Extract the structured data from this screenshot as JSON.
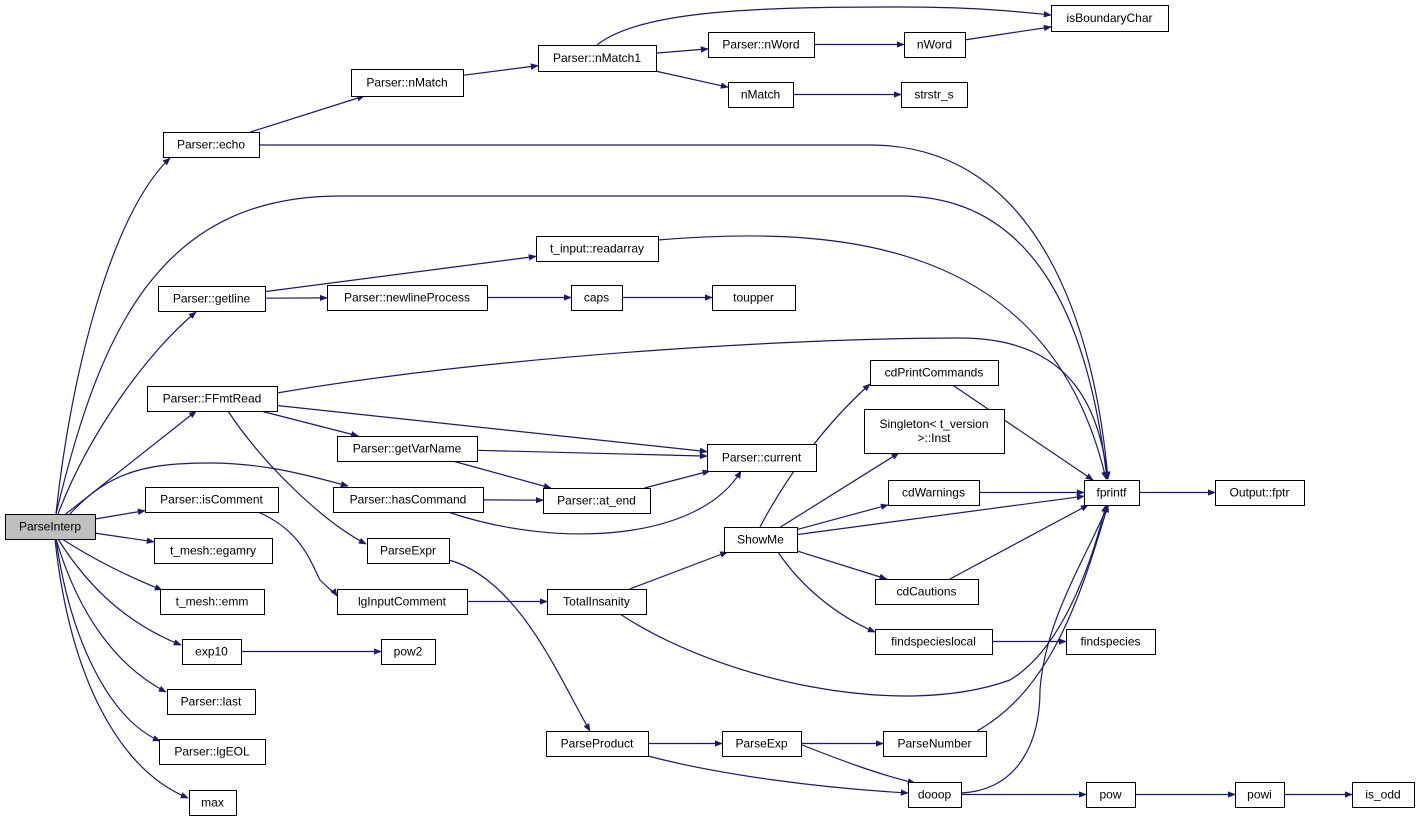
{
  "diagram": {
    "type": "call-graph",
    "colors": {
      "edge": "#191970",
      "root_fill": "#bfbfbf",
      "node_fill": "#ffffff",
      "node_border": "#000000"
    },
    "nodes": [
      {
        "id": "parseinterp",
        "label": "ParseInterp"
      },
      {
        "id": "parser-echo",
        "label": "Parser::echo"
      },
      {
        "id": "parser-nmatch",
        "label": "Parser::nMatch"
      },
      {
        "id": "parser-nmatch1",
        "label": "Parser::nMatch1"
      },
      {
        "id": "parser-nword",
        "label": "Parser::nWord"
      },
      {
        "id": "nword",
        "label": "nWord"
      },
      {
        "id": "isboundarychar",
        "label": "isBoundaryChar"
      },
      {
        "id": "nmatch",
        "label": "nMatch"
      },
      {
        "id": "strstr-s",
        "label": "strstr_s"
      },
      {
        "id": "t-input-readarray",
        "label": "t_input::readarray"
      },
      {
        "id": "parser-getline",
        "label": "Parser::getline"
      },
      {
        "id": "parser-newlineprocess",
        "label": "Parser::newlineProcess"
      },
      {
        "id": "caps",
        "label": "caps"
      },
      {
        "id": "toupper",
        "label": "toupper"
      },
      {
        "id": "cdprintcommands",
        "label": "cdPrintCommands"
      },
      {
        "id": "parser-ffmtread",
        "label": "Parser::FFmtRead"
      },
      {
        "id": "singleton-inst",
        "label": "Singleton< t_version\n>::Inst"
      },
      {
        "id": "parser-getvarname",
        "label": "Parser::getVarName"
      },
      {
        "id": "parser-current",
        "label": "Parser::current"
      },
      {
        "id": "parser-hascommand",
        "label": "Parser::hasCommand"
      },
      {
        "id": "parser-at-end",
        "label": "Parser::at_end"
      },
      {
        "id": "cdwarnings",
        "label": "cdWarnings"
      },
      {
        "id": "fprintf",
        "label": "fprintf"
      },
      {
        "id": "output-fptr",
        "label": "Output::fptr"
      },
      {
        "id": "parser-iscomment",
        "label": "Parser::isComment"
      },
      {
        "id": "showme",
        "label": "ShowMe"
      },
      {
        "id": "parseexpr",
        "label": "ParseExpr"
      },
      {
        "id": "t-mesh-egamry",
        "label": "t_mesh::egamry"
      },
      {
        "id": "t-mesh-emm",
        "label": "t_mesh::emm"
      },
      {
        "id": "lginputcomment",
        "label": "lgInputComment"
      },
      {
        "id": "totalinsanity",
        "label": "TotalInsanity"
      },
      {
        "id": "cdcautions",
        "label": "cdCautions"
      },
      {
        "id": "findspecieslocal",
        "label": "findspecieslocal"
      },
      {
        "id": "findspecies",
        "label": "findspecies"
      },
      {
        "id": "exp10",
        "label": "exp10"
      },
      {
        "id": "pow2",
        "label": "pow2"
      },
      {
        "id": "parser-last",
        "label": "Parser::last"
      },
      {
        "id": "parseproduct",
        "label": "ParseProduct"
      },
      {
        "id": "parseexp",
        "label": "ParseExp"
      },
      {
        "id": "parsenumber",
        "label": "ParseNumber"
      },
      {
        "id": "parser-lgeol",
        "label": "Parser::lgEOL"
      },
      {
        "id": "max",
        "label": "max"
      },
      {
        "id": "dooop",
        "label": "dooop"
      },
      {
        "id": "pow",
        "label": "pow"
      },
      {
        "id": "powi",
        "label": "powi"
      },
      {
        "id": "is-odd",
        "label": "is_odd"
      }
    ],
    "edges": [
      [
        "parseinterp",
        "parser-echo"
      ],
      [
        "parseinterp",
        "fprintf"
      ],
      [
        "parseinterp",
        "parser-getline"
      ],
      [
        "parseinterp",
        "parser-ffmtread"
      ],
      [
        "parseinterp",
        "parser-hascommand"
      ],
      [
        "parseinterp",
        "parser-iscomment"
      ],
      [
        "parseinterp",
        "t-mesh-egamry"
      ],
      [
        "parseinterp",
        "t-mesh-emm"
      ],
      [
        "parseinterp",
        "exp10"
      ],
      [
        "parseinterp",
        "parser-last"
      ],
      [
        "parseinterp",
        "parser-lgeol"
      ],
      [
        "parseinterp",
        "max"
      ],
      [
        "parser-echo",
        "parser-nmatch"
      ],
      [
        "parser-echo",
        "fprintf"
      ],
      [
        "parser-nmatch",
        "parser-nmatch1"
      ],
      [
        "parser-nmatch1",
        "isboundarychar"
      ],
      [
        "parser-nmatch1",
        "parser-nword"
      ],
      [
        "parser-nmatch1",
        "nmatch"
      ],
      [
        "parser-nword",
        "nword"
      ],
      [
        "nword",
        "isboundarychar"
      ],
      [
        "nmatch",
        "strstr-s"
      ],
      [
        "parser-getline",
        "t-input-readarray"
      ],
      [
        "parser-getline",
        "parser-newlineprocess"
      ],
      [
        "t-input-readarray",
        "fprintf"
      ],
      [
        "parser-newlineprocess",
        "caps"
      ],
      [
        "caps",
        "toupper"
      ],
      [
        "parser-ffmtread",
        "fprintf"
      ],
      [
        "parser-ffmtread",
        "parser-getvarname"
      ],
      [
        "parser-ffmtread",
        "parser-current"
      ],
      [
        "parser-ffmtread",
        "parseexpr"
      ],
      [
        "parser-getvarname",
        "parser-current"
      ],
      [
        "parser-getvarname",
        "parser-at-end"
      ],
      [
        "parser-hascommand",
        "parser-at-end"
      ],
      [
        "parser-hascommand",
        "parser-current"
      ],
      [
        "parser-at-end",
        "parser-current"
      ],
      [
        "parser-iscomment",
        "lginputcomment"
      ],
      [
        "lginputcomment",
        "totalinsanity"
      ],
      [
        "totalinsanity",
        "showme"
      ],
      [
        "totalinsanity",
        "fprintf"
      ],
      [
        "showme",
        "cdprintcommands"
      ],
      [
        "showme",
        "singleton-inst"
      ],
      [
        "showme",
        "cdwarnings"
      ],
      [
        "showme",
        "fprintf"
      ],
      [
        "showme",
        "cdcautions"
      ],
      [
        "showme",
        "findspecieslocal"
      ],
      [
        "cdprintcommands",
        "fprintf"
      ],
      [
        "cdwarnings",
        "fprintf"
      ],
      [
        "cdcautions",
        "fprintf"
      ],
      [
        "findspecieslocal",
        "findspecies"
      ],
      [
        "fprintf",
        "output-fptr"
      ],
      [
        "parseexpr",
        "parseproduct"
      ],
      [
        "parseproduct",
        "parseexp"
      ],
      [
        "parseproduct",
        "dooop"
      ],
      [
        "parseexp",
        "parsenumber"
      ],
      [
        "parseexp",
        "dooop"
      ],
      [
        "parsenumber",
        "fprintf"
      ],
      [
        "dooop",
        "fprintf"
      ],
      [
        "dooop",
        "pow"
      ],
      [
        "exp10",
        "pow2"
      ],
      [
        "pow",
        "powi"
      ],
      [
        "powi",
        "is-odd"
      ]
    ]
  }
}
